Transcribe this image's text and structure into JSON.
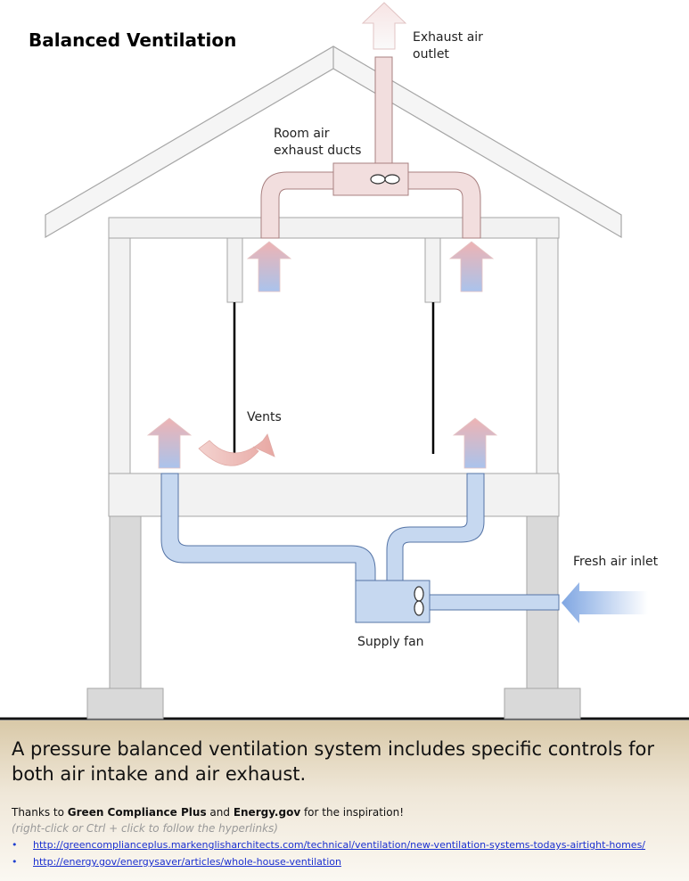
{
  "title": "Balanced Ventilation",
  "labels": {
    "exhaust_outlet_line1": "Exhaust air",
    "exhaust_outlet_line2": "outlet",
    "room_ducts_line1": "Room air",
    "room_ducts_line2": "exhaust ducts",
    "vents": "Vents",
    "fresh_air_inlet": "Fresh air inlet",
    "supply_fan": "Supply fan"
  },
  "footer": {
    "headline": "A pressure balanced ventilation system includes specific controls for both air intake and air exhaust.",
    "credit_prefix": "Thanks to ",
    "credit_source1": "Green Compliance Plus",
    "credit_and": " and ",
    "credit_source2": "Energy.gov",
    "credit_suffix": " for the inspiration!",
    "hint": "(right-click or Ctrl + click to follow the hyperlinks)",
    "links": [
      "http://greencomplianceplus.markenglisharchitects.com/technical/ventilation/new-ventilation-systems-todays-airtight-homes/",
      "http://energy.gov/energysaver/articles/whole-house-ventilation"
    ]
  },
  "colors": {
    "exhaust_duct_fill": "#f2dede",
    "exhaust_duct_stroke": "#a88080",
    "supply_duct_fill": "#c6d8f0",
    "supply_duct_stroke": "#5574a6",
    "house_fill": "#f2f2f2",
    "house_stroke": "#a6a6a6",
    "footing_fill": "#d9d9d9"
  }
}
